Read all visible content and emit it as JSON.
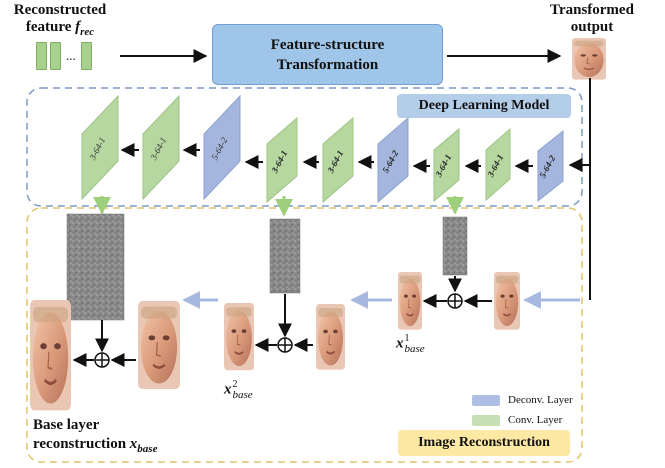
{
  "input": {
    "label_line1": "Reconstructed",
    "label_line2_prefix": "feature ",
    "label_var": "f",
    "label_sub": "rec",
    "ellipsis": "..."
  },
  "transform_box": {
    "line1": "Feature-structure",
    "line2": "Transformation"
  },
  "output": {
    "label_line1": "Transformed",
    "label_line2": "output"
  },
  "deep_model": {
    "label": "Deep Learning Model",
    "layers": [
      "3-64-1",
      "3-64-1",
      "5-64-2",
      "3-64-1",
      "3-64-1",
      "5-64-2",
      "3-64-1",
      "3-64-1",
      "5-64-2"
    ]
  },
  "image_recon": {
    "label": "Image Reconstruction"
  },
  "legend": {
    "deconv": "Deconv. Layer",
    "conv": "Conv. Layer"
  },
  "outputs": {
    "x1_var": "x",
    "x1_sup": "1",
    "x1_sub": "base",
    "x2_var": "x",
    "x2_sup": "2",
    "x2_sub": "base",
    "final_line1": "Base layer",
    "final_line2_prefix": "reconstruction ",
    "final_var": "x",
    "final_sub": "base"
  },
  "colors": {
    "conv": "#a9d18e",
    "deconv": "#9fb6dc",
    "dl_border": "#7b9cc4",
    "ir_border": "#e6c46a"
  },
  "icons": [
    "face-thumbnail",
    "residual-map",
    "sum-operator-icon",
    "arrow"
  ]
}
